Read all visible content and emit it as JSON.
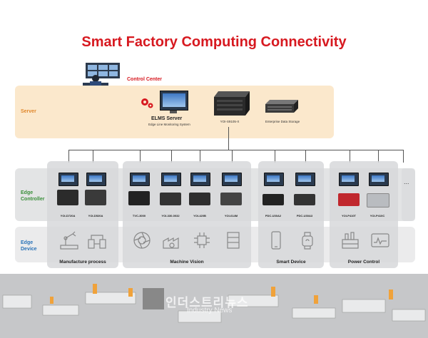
{
  "title": "Smart Factory Computing Connectivity",
  "control_center": "Control Center",
  "rows": {
    "server": "Server",
    "edge_controller": "Edge\nController",
    "edge_device": "Edge\nDevice"
  },
  "server": {
    "elms_name": "ELMS Server",
    "elms_sub": "Edge Line Monitoring System",
    "rack": "YOI-S9105-X",
    "storage": "Enterprise Data Storage"
  },
  "groups": [
    {
      "name": "Manufacture process",
      "devices": [
        "YOI-D720A",
        "YOI-D520A"
      ]
    },
    {
      "name": "Machine Vision",
      "devices": [
        "TVC-3000",
        "YOI-330-0032",
        "YOI-420B",
        "YOI-614M"
      ]
    },
    {
      "name": "Smart Device",
      "devices": [
        "PDC-U30A2",
        "PDC-U30A3"
      ]
    },
    {
      "name": "Power Control",
      "devices": [
        "YOI-P410T",
        "YOI-P410C"
      ]
    }
  ],
  "ellipsis": "...",
  "watermark": "인더스트리뉴스",
  "watermark_sub": "Industry News",
  "colors": {
    "title": "#d71920",
    "server_band": "#fbe8cc",
    "edge_band": "#e3e4e5",
    "floor": "#c6c7c9"
  }
}
